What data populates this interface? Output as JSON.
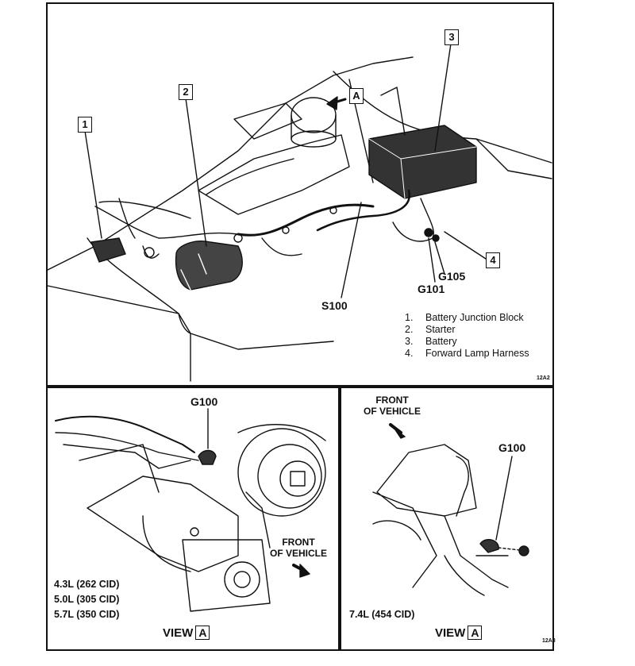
{
  "callouts": [
    "1",
    "2",
    "3",
    "4"
  ],
  "view_marker": "A",
  "labels": {
    "g105": "G105",
    "g101": "G101",
    "s100": "S100",
    "g100_left": "G100",
    "g100_right": "G100"
  },
  "legend": [
    {
      "num": "1.",
      "text": "Battery Junction Block"
    },
    {
      "num": "2.",
      "text": "Starter"
    },
    {
      "num": "3.",
      "text": "Battery"
    },
    {
      "num": "4.",
      "text": "Forward Lamp Harness"
    }
  ],
  "figure_codes": {
    "top": "12A2",
    "bottom": "12A3"
  },
  "view_left": {
    "engines": [
      "4.3L (262 CID)",
      "5.0L (305 CID)",
      "5.7L (350 CID)"
    ],
    "front_line1": "FRONT",
    "front_line2": "OF VEHICLE",
    "view_label": "VIEW",
    "view_box": "A"
  },
  "view_right": {
    "engines": [
      "7.4L (454 CID)"
    ],
    "front_line1": "FRONT",
    "front_line2": "OF VEHICLE",
    "view_label": "VIEW",
    "view_box": "A"
  }
}
